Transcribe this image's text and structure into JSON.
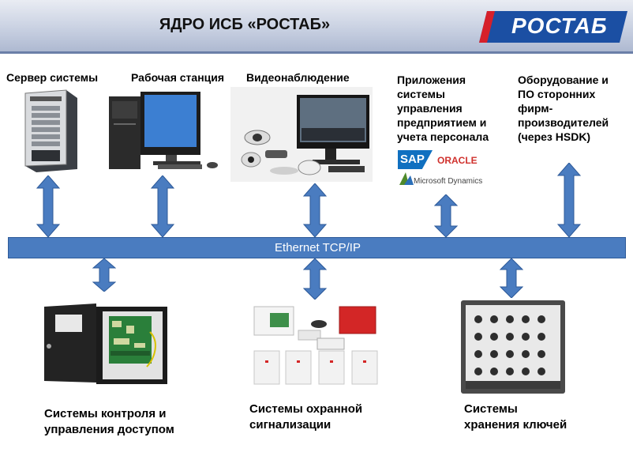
{
  "header": {
    "title": "ЯДРО ИСБ «РОСТАБ»",
    "logo_text": "РОСТАБ"
  },
  "top": {
    "server": "Сервер системы",
    "workstation": "Рабочая станция",
    "video": "Видеонаблюдение",
    "erp": "Приложения\nсистемы\nуправления\nпредприятием и\nучета персонала",
    "thirdparty": "Оборудование и\nПО сторонних\nфирм-\nпроизводителей\n(через HSDK)"
  },
  "logos": {
    "sap": "SAP",
    "oracle": "ORACLE",
    "microsoft": "Microsoft Dynamics"
  },
  "bus": {
    "label": "Ethernet TCP/IP"
  },
  "bottom": {
    "access": "Системы контроля и\nуправления доступом",
    "alarm": "Системы охранной\nсигнализации",
    "keys": "Системы\nхранения ключей"
  },
  "colors": {
    "bus": "#4a7cc0",
    "arrow": "#4a7cc0",
    "header": "#c9d1e2"
  }
}
